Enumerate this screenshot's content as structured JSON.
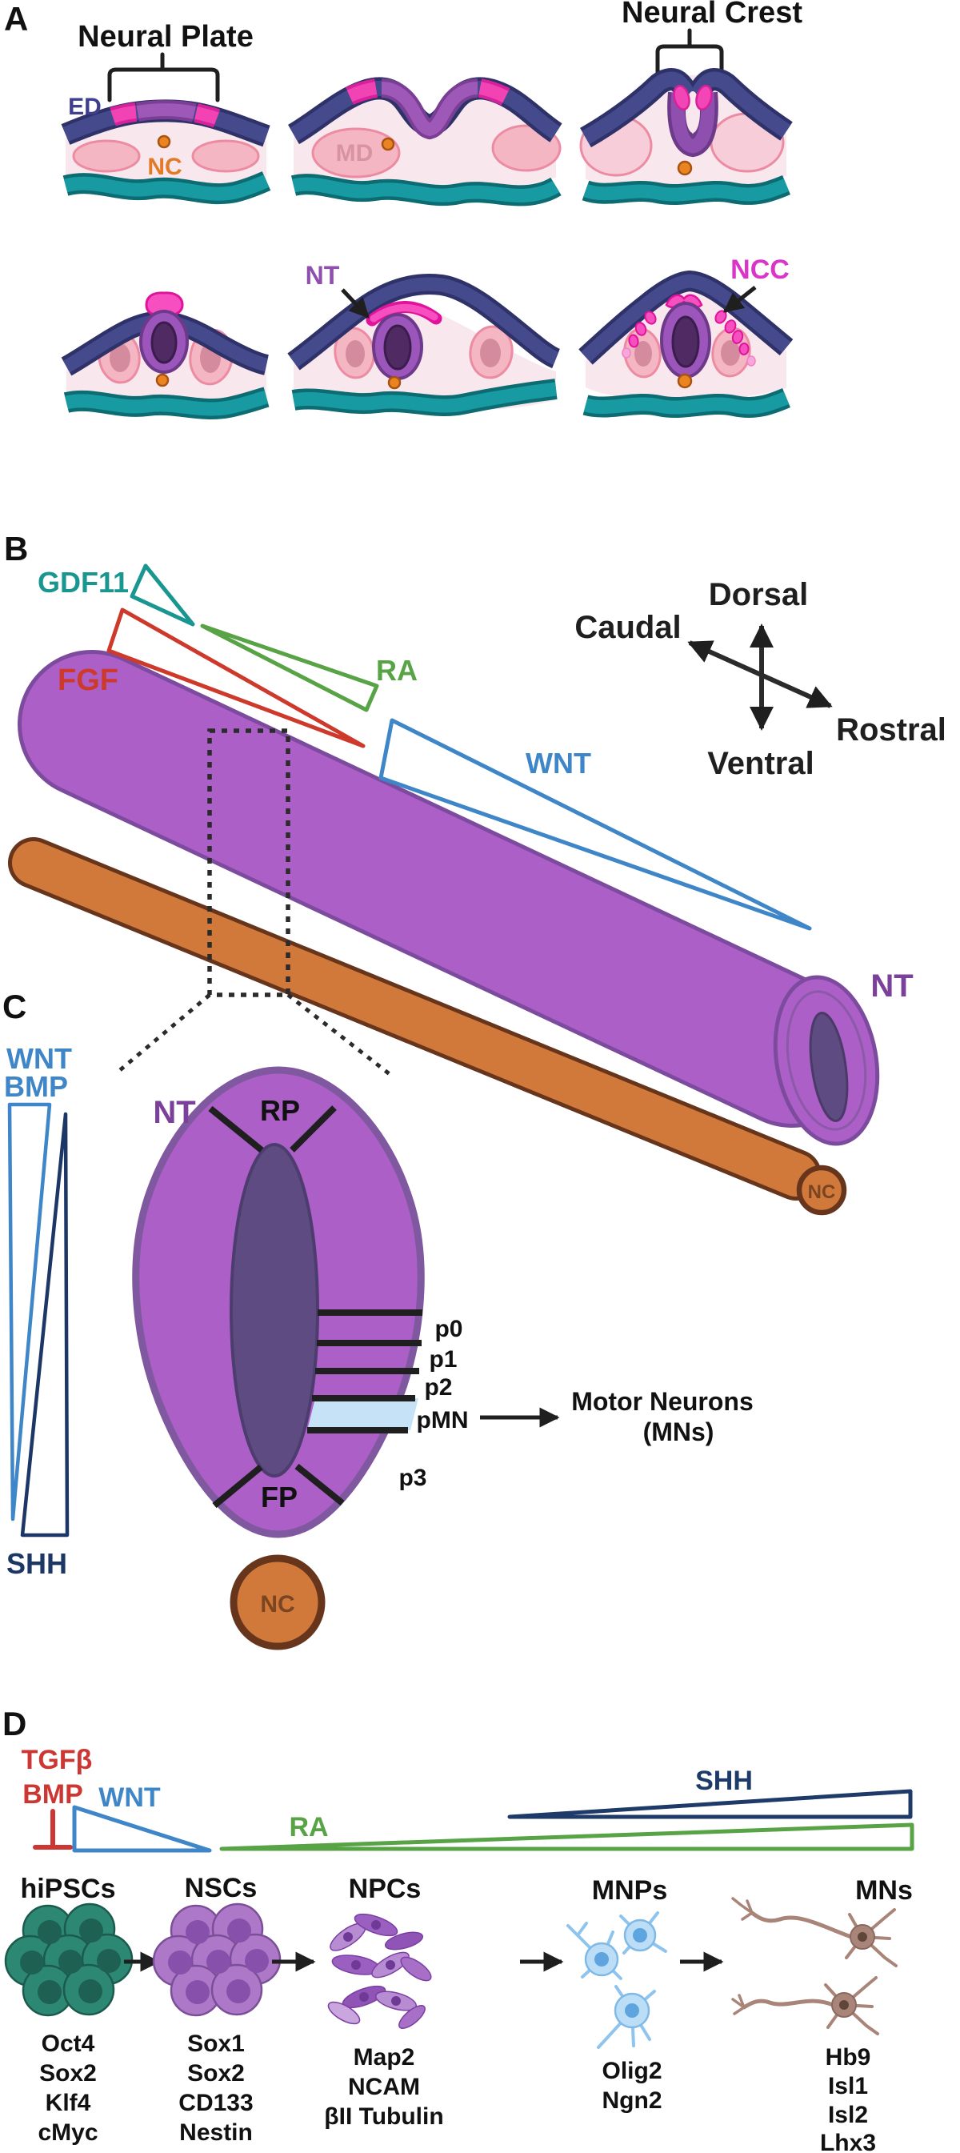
{
  "panels": {
    "a": {
      "label": "A",
      "neural_plate": "Neural Plate",
      "neural_crest": "Neural Crest",
      "ed": "ED",
      "nc": "NC",
      "md": "MD",
      "nt": "NT",
      "ncc": "NCC"
    },
    "b": {
      "label": "B",
      "gdf11": "GDF11",
      "fgf": "FGF",
      "ra": "RA",
      "wnt": "WNT",
      "dorsal": "Dorsal",
      "caudal": "Caudal",
      "rostral": "Rostral",
      "ventral": "Ventral",
      "nt": "NT",
      "nc": "NC"
    },
    "c": {
      "label": "C",
      "wnt": "WNT",
      "bmp": "BMP",
      "shh": "SHH",
      "nt": "NT",
      "rp": "RP",
      "fp": "FP",
      "p0": "p0",
      "p1": "p1",
      "p2": "p2",
      "pmn": "pMN",
      "p3": "p3",
      "motor_neurons_line1": "Motor Neurons",
      "motor_neurons_line2": "(MNs)",
      "nc": "NC"
    },
    "d": {
      "label": "D",
      "tgfb": "TGFβ",
      "bmp": "BMP",
      "wnt": "WNT",
      "ra": "RA",
      "shh": "SHH",
      "stages": [
        {
          "name": "hiPSCs",
          "markers": [
            "Oct4",
            "Sox2",
            "Klf4",
            "cMyc"
          ]
        },
        {
          "name": "NSCs",
          "markers": [
            "Sox1",
            "Sox2",
            "CD133",
            "Nestin"
          ]
        },
        {
          "name": "NPCs",
          "markers": [
            "Map2",
            "NCAM",
            "βII Tubulin"
          ]
        },
        {
          "name": "MNPs",
          "markers": [
            "Olig2",
            "Ngn2"
          ]
        },
        {
          "name": "MNs",
          "markers": [
            "Hb9",
            "Isl1",
            "Isl2",
            "Lhx3"
          ]
        }
      ]
    }
  },
  "colors": {
    "ectoderm_blue": "#454a8c",
    "neural_purple": "#ab5fc7",
    "lumen_purple": "#5e4b82",
    "magenta": "#f143b4",
    "pink_tissue": "#f9e7ee",
    "somite_pink": "#f5b6c4",
    "endoderm_teal": "#189aa2",
    "notochord_orange": "#d1793a",
    "gdf11_teal": "#1a9691",
    "fgf_red": "#cd3a2c",
    "ra_green": "#57a345",
    "wnt_blue": "#3e86c8",
    "shh_navy": "#1c3766",
    "tgfb_red": "#cc3733",
    "pmn_lightblue": "#c6e2f6",
    "hipsc_teal": "#2d8873",
    "nsc_purple": "#ae78c9",
    "mnp_blue": "#bbddf5",
    "mn_brown": "#a98478"
  }
}
